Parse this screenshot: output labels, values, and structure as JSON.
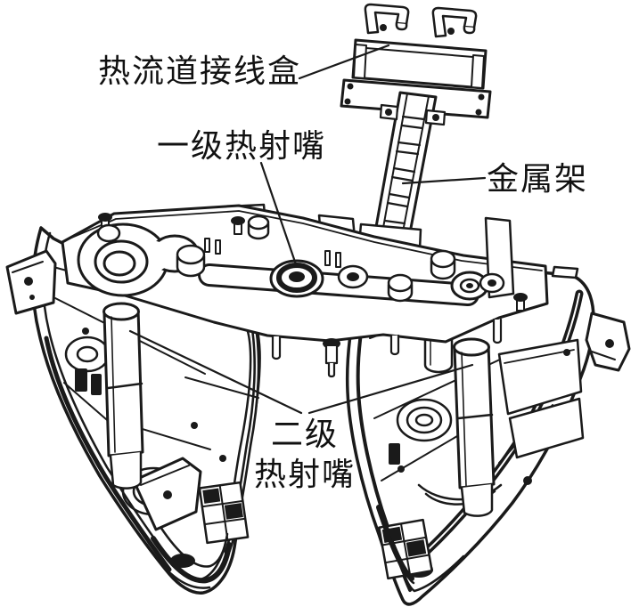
{
  "figure": {
    "type": "technical-line-drawing",
    "background_color": "#ffffff",
    "line_color": "#1a1a1a",
    "labels": {
      "junction_box": "热流道接线盒",
      "primary_nozzle": "一级热射嘴",
      "metal_frame": "金属架",
      "secondary_nozzle_line1": "二级",
      "secondary_nozzle_line2": "热射嘴"
    }
  }
}
